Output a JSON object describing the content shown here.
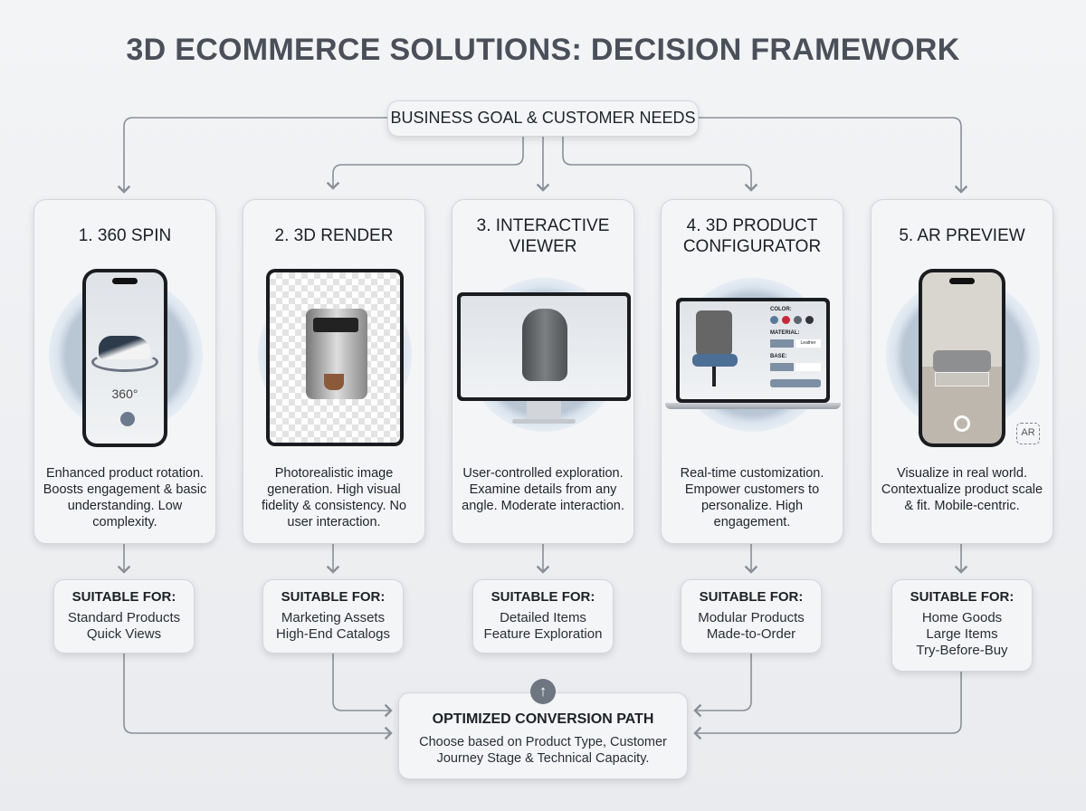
{
  "title": "3D ECOMMERCE SOLUTIONS: DECISION FRAMEWORK",
  "root": "BUSINESS GOAL & CUSTOMER NEEDS",
  "cards": [
    {
      "title": "1. 360 SPIN",
      "screen_text": "360°",
      "desc": "Enhanced product rotation. Boosts engagement & basic understanding. Low complexity.",
      "suitable_label": "SUITABLE FOR:",
      "suitable": [
        "Standard Products",
        "Quick Views"
      ],
      "icon": "phone-sneaker-icon"
    },
    {
      "title": "2. 3D RENDER",
      "desc": "Photorealistic image generation. High visual fidelity & consistency. No user interaction.",
      "suitable_label": "SUITABLE FOR:",
      "suitable": [
        "Marketing Assets",
        "High-End Catalogs"
      ],
      "icon": "tablet-coffee-machine-icon"
    },
    {
      "title": "3. INTERACTIVE VIEWER",
      "desc": "User-controlled exploration. Examine details from any angle. Moderate interaction.",
      "suitable_label": "SUITABLE FOR:",
      "suitable": [
        "Detailed Items",
        "Feature Exploration"
      ],
      "icon": "monitor-backpack-icon"
    },
    {
      "title": "4. 3D PRODUCT CONFIGURATOR",
      "screen_labels": [
        "COLOR:",
        "MATERIAL:",
        "Leather",
        "BASE:"
      ],
      "desc": "Real-time customization. Empower customers to personalize. High engagement.",
      "suitable_label": "SUITABLE FOR:",
      "suitable": [
        "Modular Products",
        "Made-to-Order"
      ],
      "icon": "laptop-chair-icon"
    },
    {
      "title": "5. AR PREVIEW",
      "screen_text": "AR",
      "desc": "Visualize in real world. Contextualize product scale & fit. Mobile-centric.",
      "suitable_label": "SUITABLE FOR:",
      "suitable": [
        "Home Goods",
        "Large Items",
        "Try-Before-Buy"
      ],
      "icon": "phone-sofa-icon"
    }
  ],
  "outcome": {
    "title": "OPTIMIZED CONVERSION PATH",
    "desc": "Choose based on Product Type, Customer Journey Stage & Technical Capacity."
  },
  "colors": {
    "background": "#eef0f3",
    "title": "#4a5059",
    "connector": "#8a9099",
    "swatches": [
      "#5a7a9a",
      "#c8283a",
      "#5c6670",
      "#333438"
    ]
  }
}
